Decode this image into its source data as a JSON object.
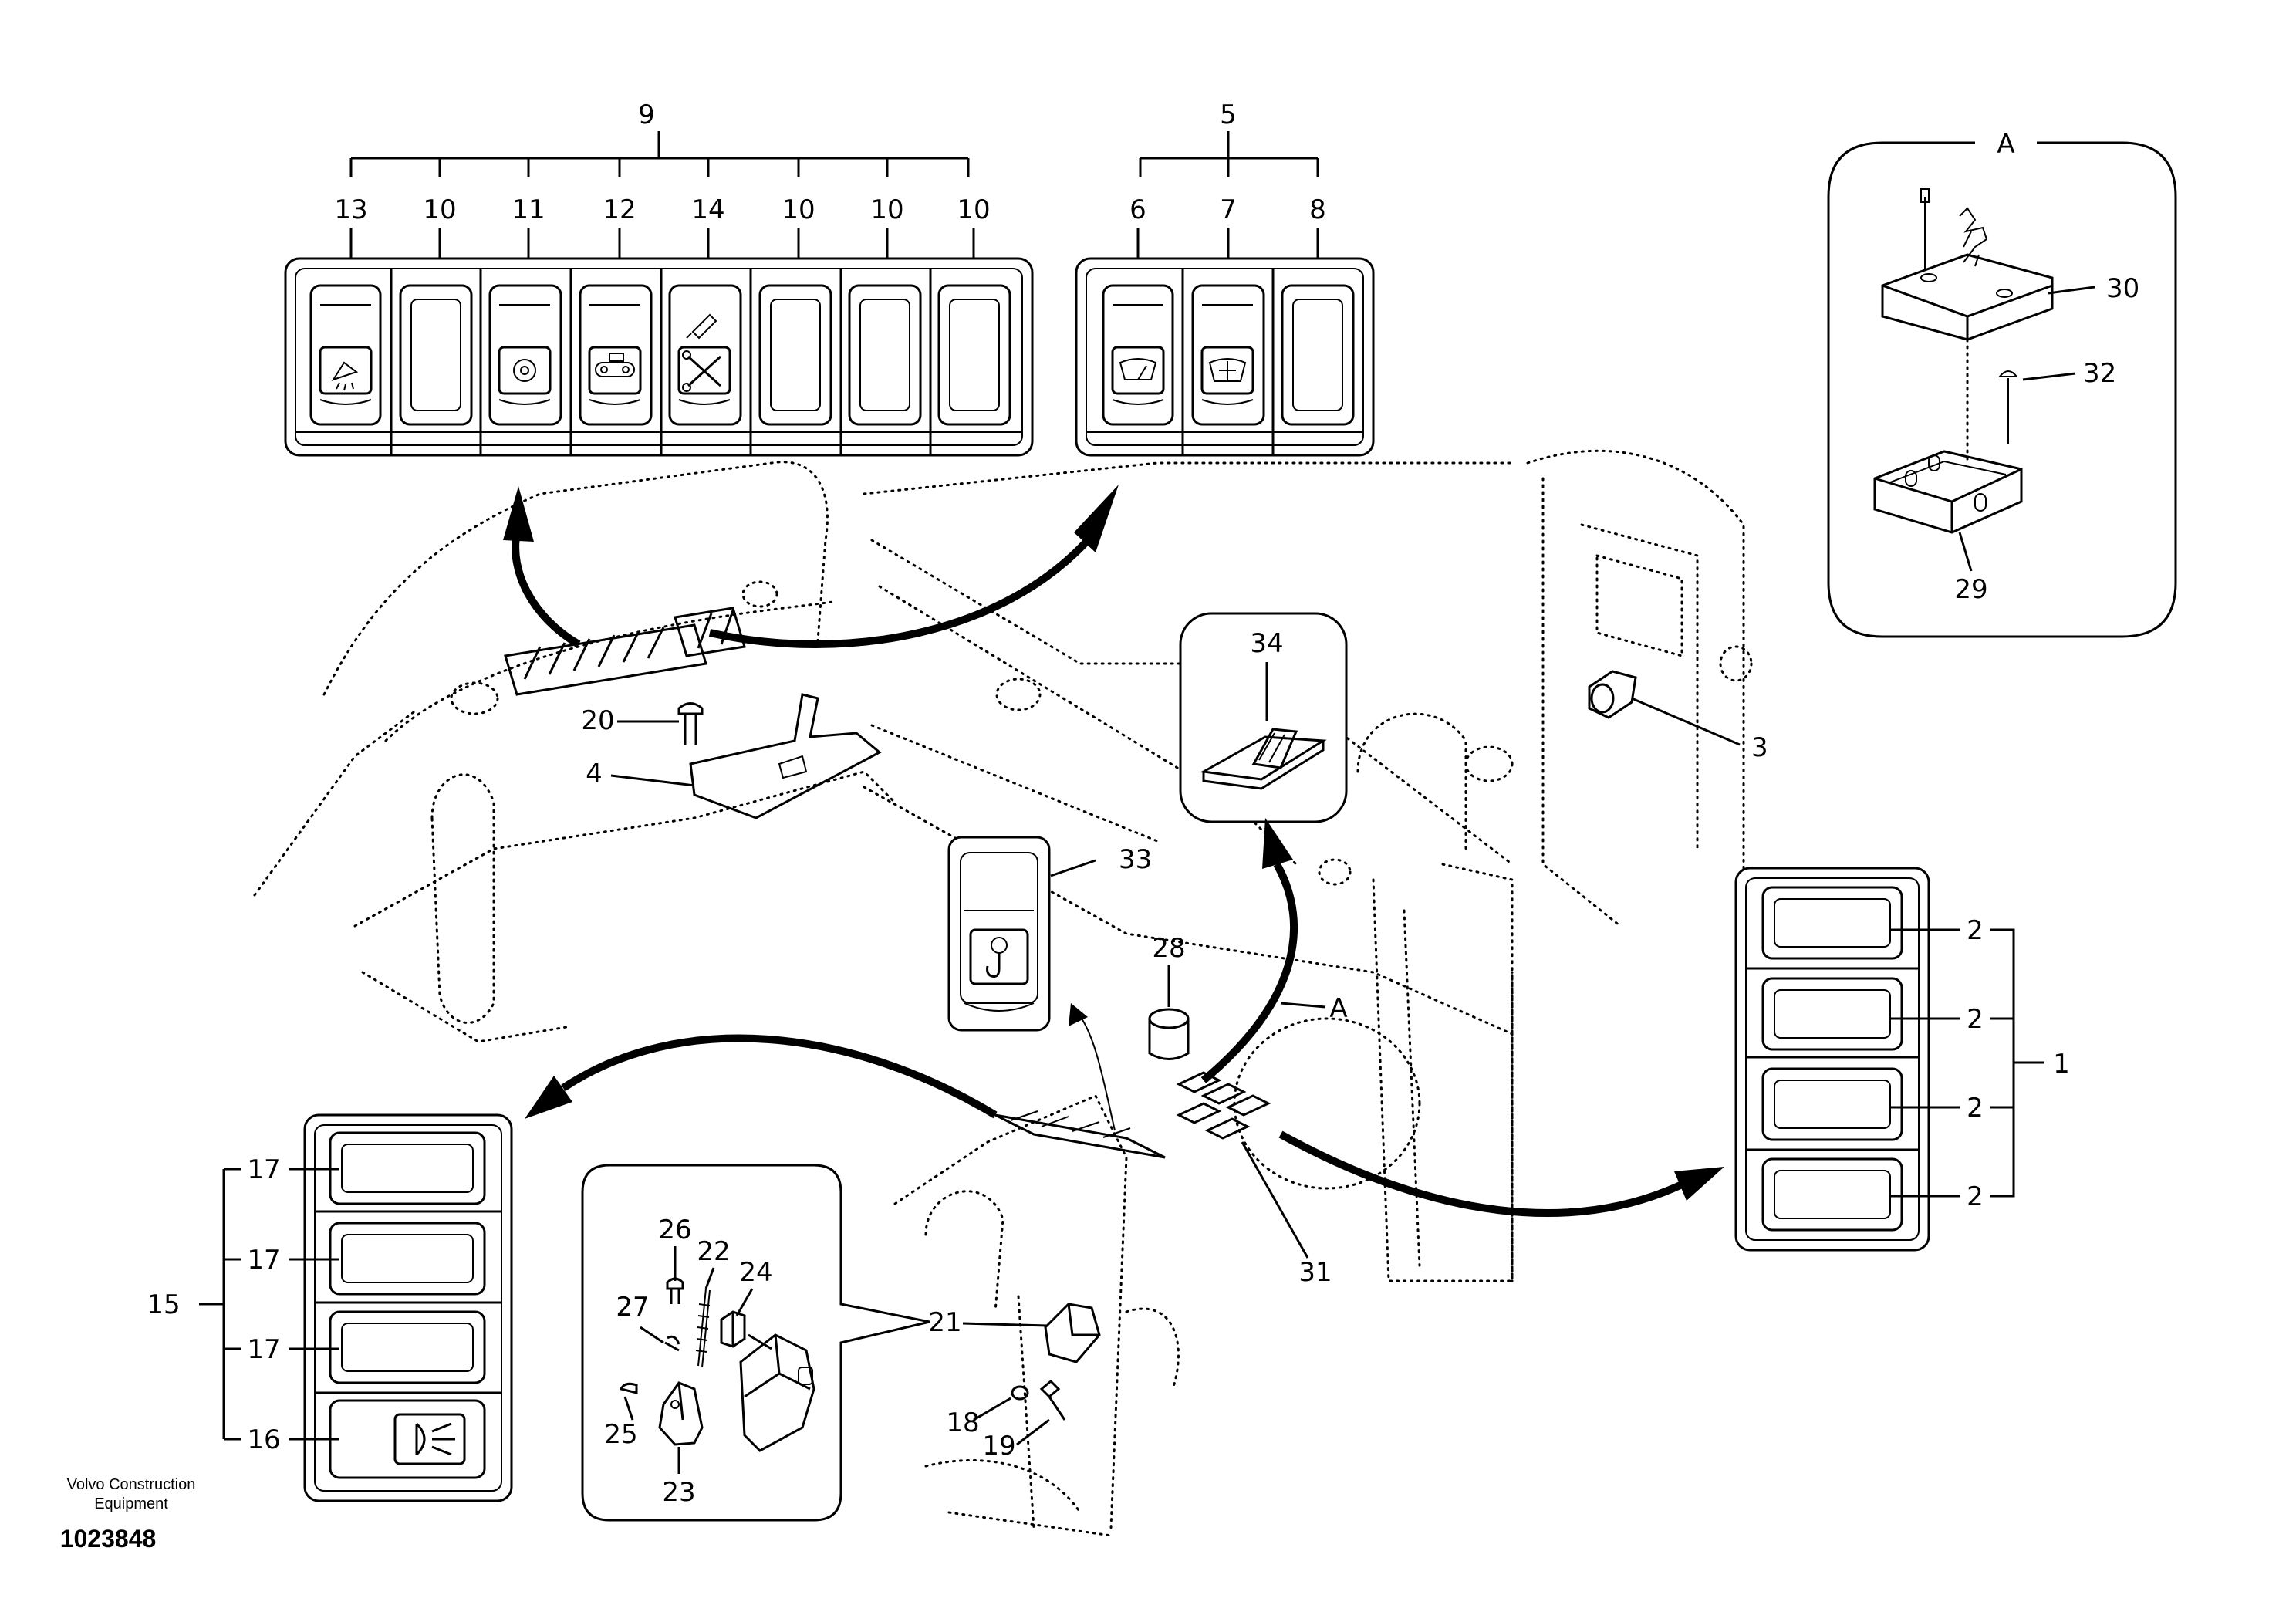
{
  "labels": {
    "l1": "1",
    "l2a": "2",
    "l2b": "2",
    "l2c": "2",
    "l2d": "2",
    "l3": "3",
    "l4": "4",
    "l5": "5",
    "l6": "6",
    "l7": "7",
    "l8": "8",
    "l9": "9",
    "l10a": "10",
    "l10b": "10",
    "l10c": "10",
    "l10d": "10",
    "l11": "11",
    "l12": "12",
    "l13": "13",
    "l14": "14",
    "l15": "15",
    "l16": "16",
    "l17a": "17",
    "l17b": "17",
    "l17c": "17",
    "l18": "18",
    "l19": "19",
    "l20": "20",
    "l21": "21",
    "l22": "22",
    "l23": "23",
    "l24": "24",
    "l25": "25",
    "l26": "26",
    "l27": "27",
    "l28": "28",
    "l29": "29",
    "l30": "30",
    "l31": "31",
    "l32": "32",
    "l33": "33",
    "l34": "34",
    "detailA": "A",
    "detailA2": "A"
  },
  "footer": {
    "company_line1": "Volvo Construction",
    "company_line2": "Equipment",
    "document_number": "1023848"
  },
  "icons": [
    "work-light-icon",
    "engine-icon",
    "track-icon",
    "hammer-icon",
    "shears-icon",
    "wiper-icon",
    "washer-icon",
    "beacon-icon",
    "hook-icon"
  ]
}
